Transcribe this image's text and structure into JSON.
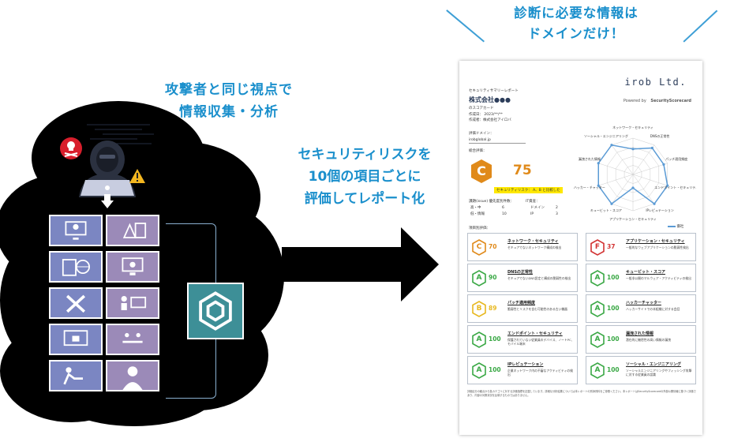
{
  "headings": {
    "top_line1": "診断に必要な情報は",
    "top_line2": "ドメインだけ！",
    "left_line1": "攻撃者と同じ視点で",
    "left_line2": "情報収集・分析",
    "mid_line1": "セキュリティリスクを",
    "mid_line2": "10個の項目ごとに",
    "mid_line3": "評価してレポート化"
  },
  "colors": {
    "accent": "#1a8fcc",
    "cloud": "#000000",
    "tile_blue": "#7b86c2",
    "tile_purple": "#9b8ab8",
    "logo_teal": "#3d8f97",
    "grade_c": "#e08a1a",
    "grade_a": "#3aa845",
    "grade_b": "#e8b820",
    "grade_f": "#d23232"
  },
  "icons": [
    "skull-crossbones-icon",
    "warning-icon",
    "hacker-laptop-icon",
    "skull-monitor-icon",
    "alert-document-icon",
    "web-globe-icon",
    "monitor-gear-icon",
    "tools-icon",
    "people-monitor-icon",
    "lock-monitor-icon",
    "meeting-icon",
    "typing-person-icon",
    "shadow-person-icon",
    "securityscorecard-logo-icon"
  ],
  "report": {
    "report_type": "セキュリティサマリーレポート",
    "company": "株式会社●●●",
    "of_scorecard": "のスコアカード",
    "created_date": "作成日： 2023/**/**",
    "creator": "作成者：株式会社アイロバ",
    "brand": "irob Ltd.",
    "powered_by": "Powered by",
    "powered_brand": "SecurityScorecard",
    "eval_domain_label": "評価ドメイン：",
    "eval_domain": "irobglobal.jp",
    "overall_label": "総合評価：",
    "overall_grade": "C",
    "overall_score": "75",
    "risk_text": "セキュリティリスク： A、B と比較した",
    "issues_label": "課題(issue)  優先度別件数：",
    "issues_high": "高・中",
    "issues_high_count": "6",
    "issues_low": "低・情報",
    "issues_low_count": "10",
    "it_label": "IT資産：",
    "it_domain": "ドメイン",
    "it_domain_count": "2",
    "it_ip": "IP",
    "it_ip_count": "3",
    "radar_legend": "御社",
    "category_label": "項目別評価：",
    "radar_labels": [
      "ネットワーク・セキュリティ",
      "DNSの正常性",
      "パッチ適用頻度",
      "エンドポイント・セキュリティ",
      "IPレピュテーション",
      "アプリケーション・セキュリティ",
      "キュービット・スコア",
      "ハッカー・チャッター",
      "漏洩された情報",
      "ソーシャル・エンジニアリング"
    ],
    "footer": "評価区分の観点から各カテゴリに対する評価指標を記載しています。詳細な分析結果については本レポートの別添資料をご参照ください。本レポートはSecurityScorecardの外部公開情報に基づく評価であり、内部の対策状況を反映するものではありません。"
  },
  "cards": [
    {
      "grade": "C",
      "score": "70",
      "title": "ネットワーク・セキュリティ",
      "desc": "セキュアでないネットワーク構成の検出"
    },
    {
      "grade": "F",
      "score": "37",
      "title": "アプリケーション・セキュリティ",
      "desc": "一般的なウェブアプリケーションの脆弱性検出"
    },
    {
      "grade": "A",
      "score": "90",
      "title": "DNSの正常性",
      "desc": "セキュアでないDNS設定と構成の脆弱性の検出"
    },
    {
      "grade": "A",
      "score": "100",
      "title": "キュービット・スコア",
      "desc": "一般非公開のマルウェア・アクティビティの検出"
    },
    {
      "grade": "B",
      "score": "89",
      "title": "パッチ適用頻度",
      "desc": "脆弱性とリスクを含む可能性のある古い機器"
    },
    {
      "grade": "A",
      "score": "100",
      "title": "ハッカーチャッター",
      "desc": "ハッカーサイトでの本組織に対する会話"
    },
    {
      "grade": "A",
      "score": "100",
      "title": "エンドポイント・セキュリティ",
      "desc": "保護されていない従業員のデバイス、ノートPC、モバイル端末"
    },
    {
      "grade": "A",
      "score": "100",
      "title": "漏洩された情報",
      "desc": "潜在的に機密性の高い情報の漏洩"
    },
    {
      "grade": "A",
      "score": "100",
      "title": "IPレピュテーション",
      "desc": "企業ネットワーク内の不審なアクティビティの検出"
    },
    {
      "grade": "A",
      "score": "100",
      "title": "ソーシャル・エンジニアリング",
      "desc": "ソーシャルエンジニアリングやフィッシング攻撃に対する従業員の認識"
    }
  ],
  "radar_values": [
    0.7,
    0.9,
    0.89,
    1.0,
    1.0,
    0.37,
    1.0,
    1.0,
    1.0,
    1.0
  ]
}
